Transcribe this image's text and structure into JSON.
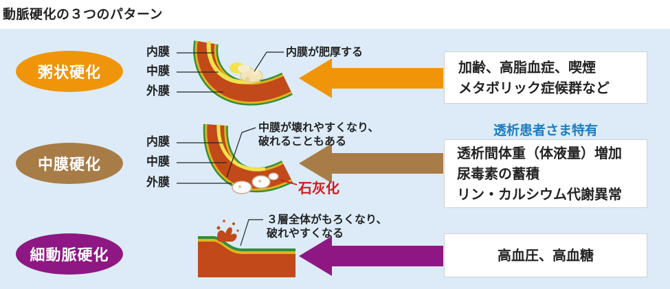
{
  "title": "動脈硬化の３つのパターン",
  "patterns": [
    {
      "name": "粥状硬化",
      "color": "#f0950a",
      "layers": [
        "内膜",
        "中膜",
        "外膜"
      ],
      "note": [
        "内膜が肥厚する"
      ],
      "causes": [
        "加齢、高脂血症、喫煙",
        "メタボリック症候群など"
      ]
    },
    {
      "name": "中膜硬化",
      "color": "#a87c47",
      "layers": [
        "内膜",
        "中膜",
        "外膜"
      ],
      "note": [
        "中膜が壊れやすくなり、",
        "破れることもある"
      ],
      "calcification": "石灰化",
      "special_label": "透析患者さま特有",
      "causes": [
        "透析間体重（体液量）増加",
        "尿毒素の蓄積",
        "リン・カルシウム代謝異常"
      ]
    },
    {
      "name": "細動脈硬化",
      "color": "#8e1783",
      "note": [
        "３層全体がもろくなり、",
        "破れやすくなる"
      ],
      "causes": [
        "高血圧、高血糖"
      ]
    }
  ]
}
